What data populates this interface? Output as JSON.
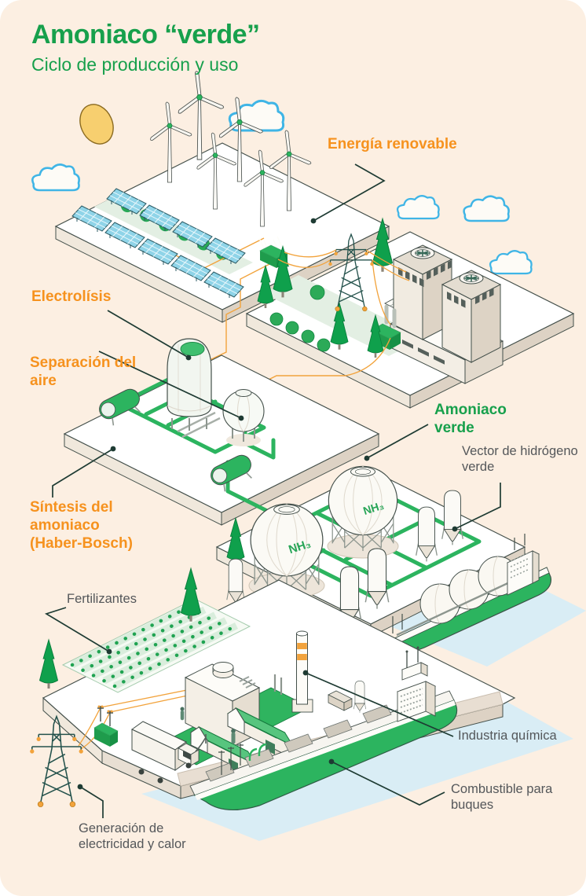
{
  "header": {
    "title": "Amoniaco “verde”",
    "subtitle": "Ciclo de producción y uso"
  },
  "labels": {
    "energia_renovable": "Energía renovable",
    "electrolisis": "Electrolísis",
    "separacion_aire": "Separación del aire",
    "sintesis": "Síntesis del amoniaco (Haber-Bosch)",
    "amoniaco_verde": "Amoniaco verde",
    "vector_hidrogeno": "Vector de hidrógeno verde",
    "fertilizantes": "Fertilizantes",
    "industria_quimica": "Industria química",
    "combustible_buques": "Combustible para buques",
    "generacion": "Generación de electricidad y calor",
    "nh3": "NH₃"
  },
  "colors": {
    "background": "#FCEFE2",
    "title_green": "#17A04C",
    "label_orange": "#F6921E",
    "label_gray": "#54575A",
    "leader_line": "#1E3B33",
    "pipe_green": "#2CB45F",
    "water_blue": "#D9EDF5",
    "cable_orange": "#F2A33C",
    "cloud_blue": "#3FB5E6"
  }
}
